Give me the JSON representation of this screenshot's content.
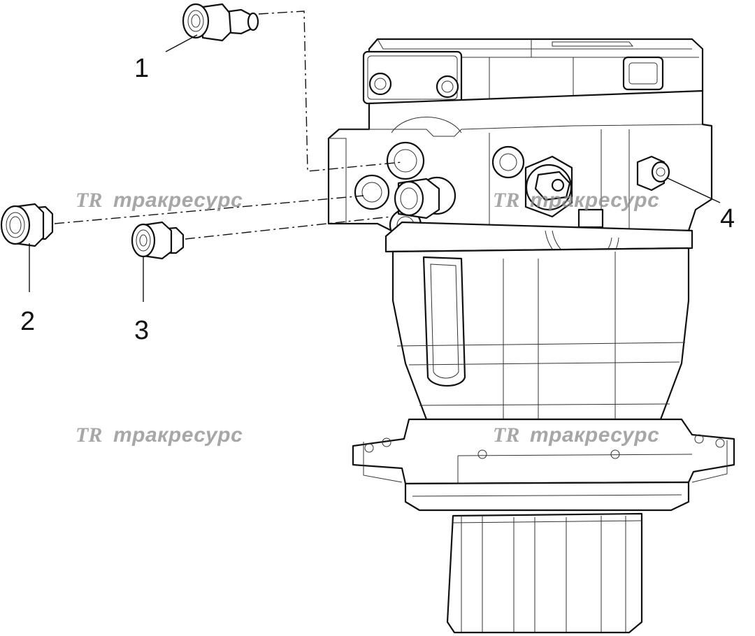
{
  "callouts": [
    {
      "id": "1",
      "label": "1"
    },
    {
      "id": "2",
      "label": "2"
    },
    {
      "id": "3",
      "label": "3"
    },
    {
      "id": "4",
      "label": "4"
    }
  ],
  "watermark": {
    "logo": "TR",
    "text": "тракресурс"
  },
  "colors": {
    "line": "#111111",
    "watermark": "#8a8a8a",
    "background": "#ffffff"
  }
}
